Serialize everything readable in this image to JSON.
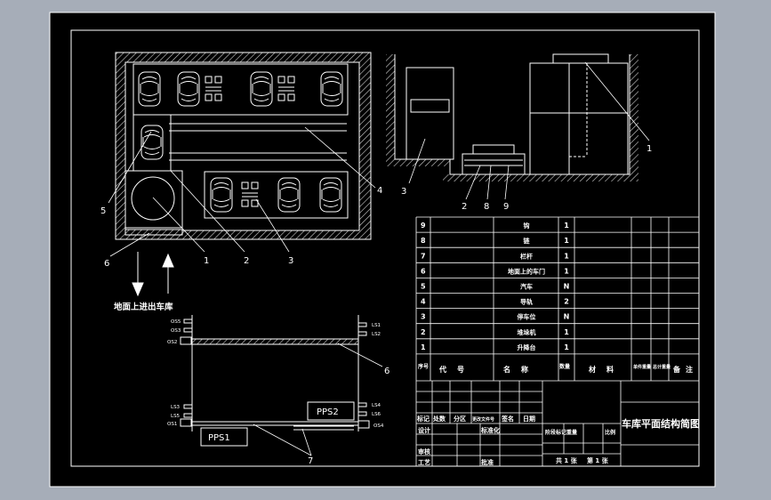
{
  "callouts": {
    "n1": "1",
    "n2": "2",
    "n3": "3",
    "n4": "4",
    "n5": "5",
    "n6": "6",
    "n7": "7",
    "n8": "8",
    "n9": "9"
  },
  "entry_label": "地面上进出车库",
  "sensor_labels": {
    "os5": "OS5",
    "os3": "OS3",
    "os2": "OS2",
    "ls1": "LS1",
    "ls2": "LS2",
    "ls3": "LS3",
    "ls5": "LS5",
    "os1": "OS1",
    "ls4": "LS4",
    "ls6": "LS6",
    "os4": "OS4",
    "pps1": "PPS1",
    "pps2": "PPS2"
  },
  "parts_list": [
    {
      "no": "9",
      "name": "钩",
      "qty": "1"
    },
    {
      "no": "8",
      "name": "链",
      "qty": "1"
    },
    {
      "no": "7",
      "name": "栏杆",
      "qty": "1"
    },
    {
      "no": "6",
      "name": "地面上的车门",
      "qty": "1"
    },
    {
      "no": "5",
      "name": "汽车",
      "qty": "N"
    },
    {
      "no": "4",
      "name": "导轨",
      "qty": "2"
    },
    {
      "no": "3",
      "name": "停车位",
      "qty": "N"
    },
    {
      "no": "2",
      "name": "堆垛机",
      "qty": "1"
    },
    {
      "no": "1",
      "name": "升降台",
      "qty": "1"
    }
  ],
  "parts_header": {
    "no": "序号",
    "code": "代号",
    "name": "名称",
    "qty": "数量",
    "material": "材料",
    "unit_weight": "单件重量",
    "total_weight": "总计重量",
    "remark": "备注"
  },
  "title_block": {
    "mark": "标记",
    "count": "处数",
    "zone": "分区",
    "doc": "更改文件号",
    "sign": "签名",
    "date": "日期",
    "design": "设计",
    "standard": "标准化",
    "stage": "阶段标记",
    "weight": "重量",
    "scale": "比例",
    "check": "审核",
    "process": "工艺",
    "approve": "批准",
    "title": "车库平面结构简图",
    "sheets": "共 1 张",
    "sheet": "第 1 张"
  }
}
